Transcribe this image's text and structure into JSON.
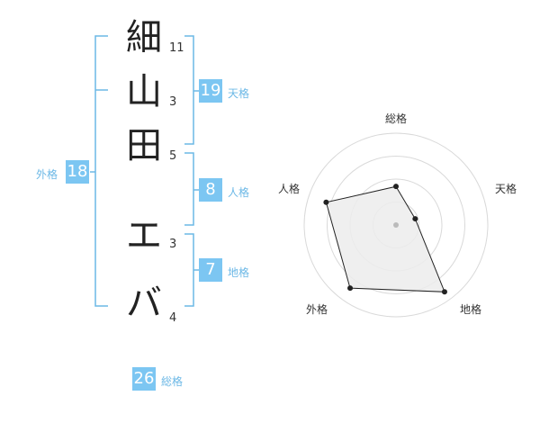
{
  "name": {
    "chars": [
      {
        "char": "細",
        "strokes": "11"
      },
      {
        "char": "山",
        "strokes": "3"
      },
      {
        "char": "田",
        "strokes": "5"
      },
      {
        "char": "エ",
        "strokes": "3"
      },
      {
        "char": "バ",
        "strokes": "4"
      }
    ]
  },
  "kakusu": {
    "tenkaku": {
      "value": "19",
      "label": "天格"
    },
    "jinkaku": {
      "value": "8",
      "label": "人格"
    },
    "chikaku": {
      "value": "7",
      "label": "地格"
    },
    "gaikaku": {
      "value": "18",
      "label": "外格"
    },
    "soukaku": {
      "value": "26",
      "label": "総格"
    }
  },
  "radar": {
    "labels": [
      "総格",
      "天格",
      "地格",
      "外格",
      "人格"
    ],
    "values": [
      0.42,
      0.22,
      0.9,
      0.85,
      0.8
    ],
    "rings": 4,
    "colors": {
      "fill": "#ececec",
      "stroke": "#222222",
      "grid": "#d9d9d9",
      "center": "#bbbbbb"
    }
  },
  "colors": {
    "accent": "#7cc6f2",
    "bracket": "#6cb8e6"
  }
}
